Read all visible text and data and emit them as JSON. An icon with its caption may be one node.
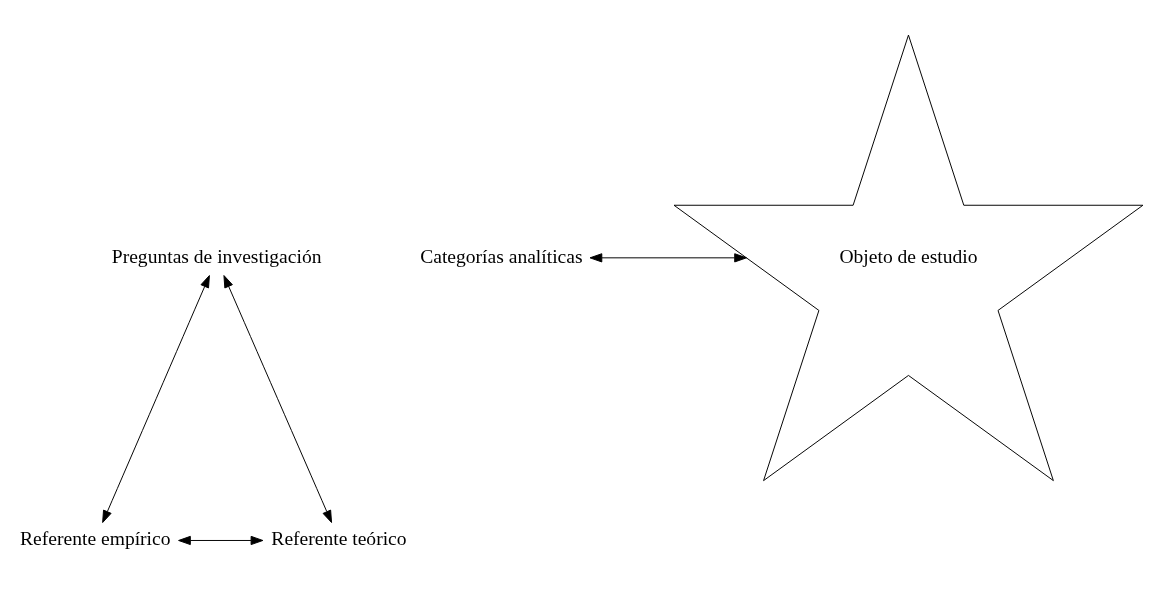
{
  "diagram": {
    "nodes": [
      {
        "text": [
          "Preguntas de investigación"
        ]
      },
      {
        "text": [
          "Objeto de estudio"
        ]
      },
      {
        "text": [
          "Categorías analíticas"
        ]
      },
      {
        "text": [
          "Referente empírico"
        ]
      },
      {
        "text": [
          "Referente teórico"
        ]
      }
    ],
    "edges": [
      {
        "from": 3,
        "to": 0,
        "arrow": "both"
      },
      {
        "from": 0,
        "to": 4,
        "arrow": "both"
      },
      {
        "from": 2,
        "to": 1,
        "arrow": "both"
      },
      {
        "from": 3,
        "to": 4,
        "arrow": "both"
      }
    ]
  }
}
